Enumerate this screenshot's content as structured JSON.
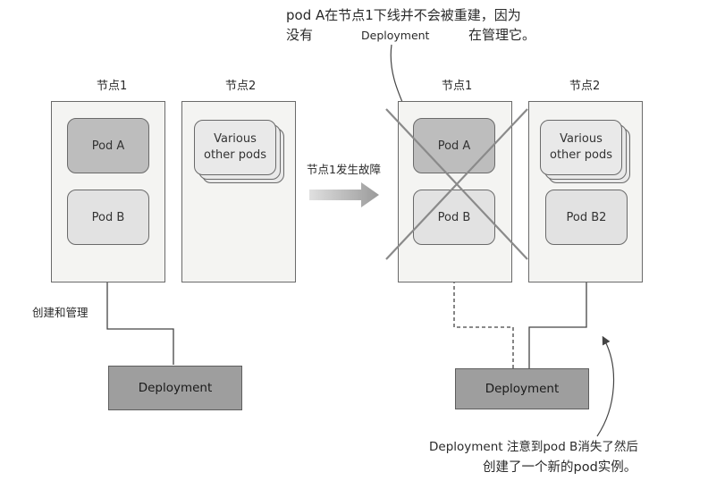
{
  "left_diagram": {
    "node1_label": "节点1",
    "node2_label": "节点2",
    "pod_a": "Pod A",
    "pod_b": "Pod B",
    "various_line1": "Various",
    "various_line2": "other pods",
    "create_manage": "创建和管理",
    "deployment": "Deployment"
  },
  "transition": {
    "label": "节点1发生故障"
  },
  "right_diagram": {
    "node1_label": "节点1",
    "node2_label": "节点2",
    "pod_a": "Pod A",
    "pod_b": "Pod B",
    "various_line1": "Various",
    "various_line2": "other pods",
    "pod_b2": "Pod B2",
    "deployment": "Deployment"
  },
  "annotations": {
    "top_line1": "pod A在节点1下线并不会被重建，因为",
    "top_line2_a": "没有",
    "top_line2_b": "Deployment",
    "top_line2_c": "在管理它。",
    "bottom_line1": "Deployment 注意到pod B消失了然后",
    "bottom_line2": "创建了一个新的pod实例。"
  },
  "colors": {
    "pod_dark": "#bdbdbd",
    "pod_light": "#e2e2e2",
    "deployment_fill": "#9e9e9e",
    "arrow_gray": "#a8a8a8"
  }
}
